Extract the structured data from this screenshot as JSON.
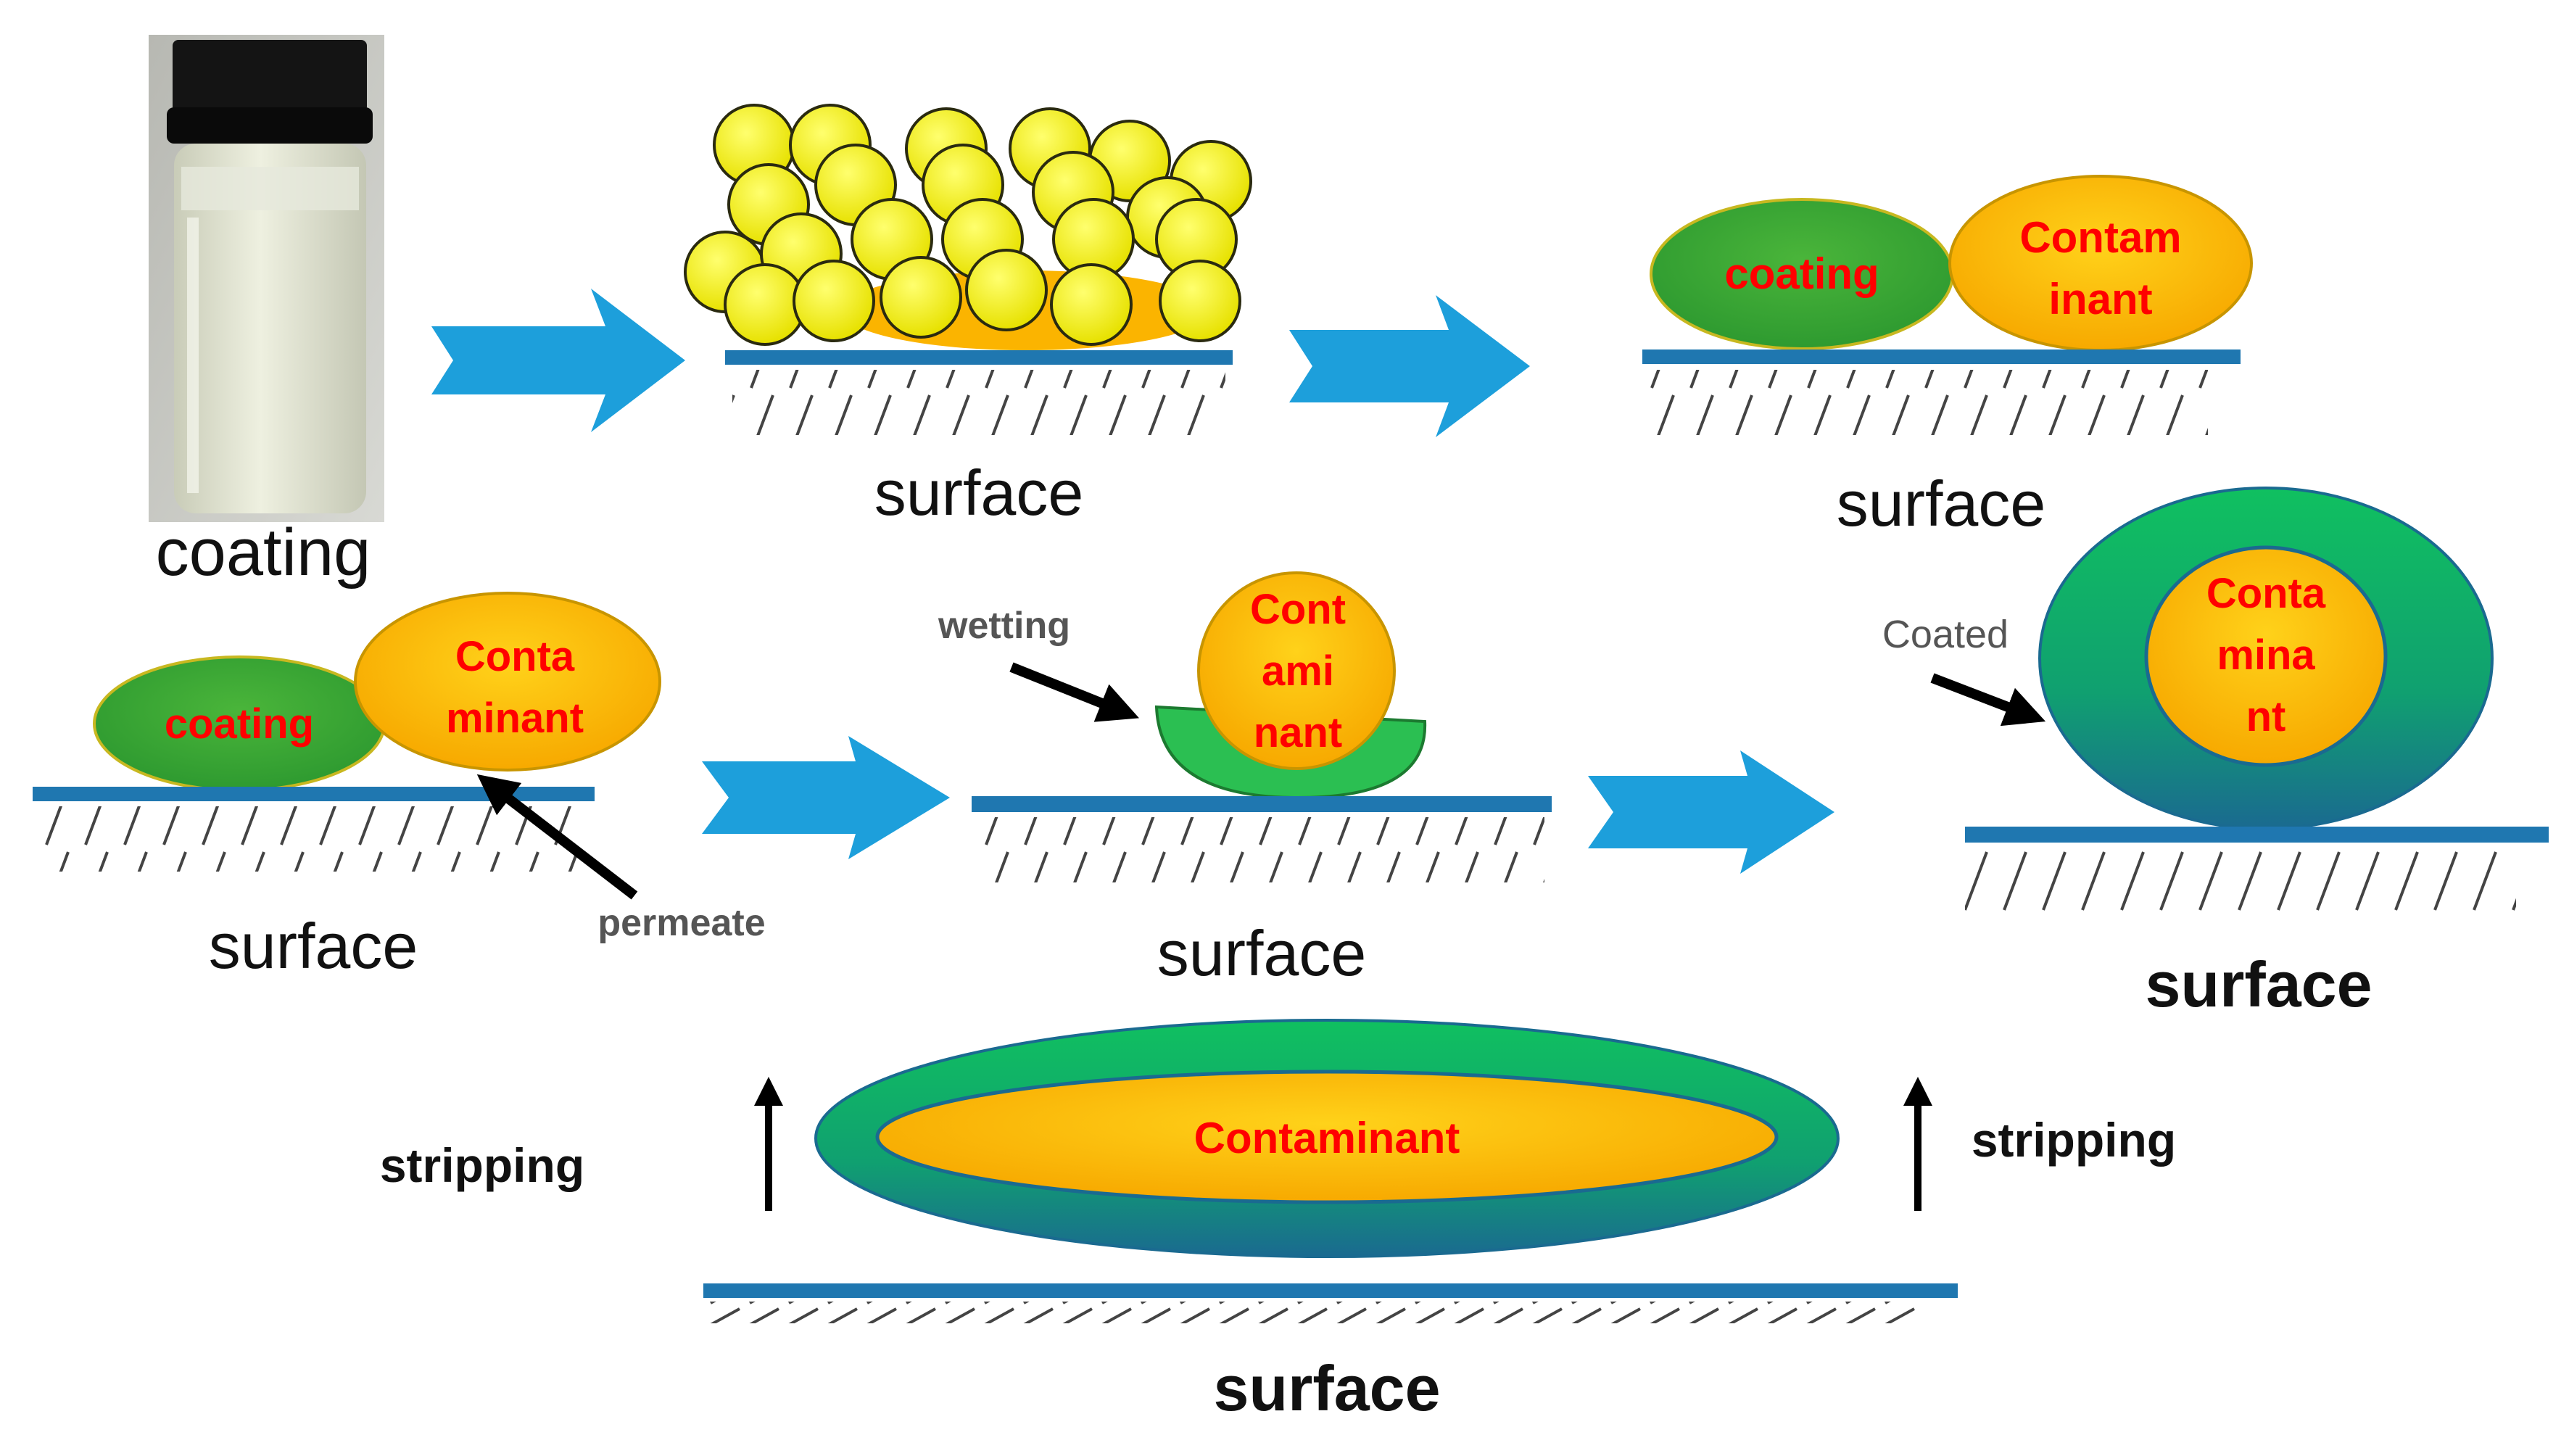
{
  "labels": {
    "coating_caption": "coating",
    "surface": "surface",
    "stage3_left": "coating",
    "stage3_right_line1": "Contam",
    "stage3_right_line2": "inant",
    "stage4_left": "coating",
    "stage4_right_line1": "Conta",
    "stage4_right_line2": "minant",
    "permeate": "permeate",
    "wetting": "wetting",
    "stage5_line1": "Cont",
    "stage5_line2": "ami",
    "stage5_line3": "nant",
    "coated": "Coated",
    "stage6_line1": "Conta",
    "stage6_line2": "mina",
    "stage6_line3": "nt",
    "final_contaminant": "Contaminant",
    "stripping": "stripping"
  },
  "colors": {
    "arrow_blue": "#1d9fdb",
    "surface_line": "#1f77b0",
    "particle_yellow": "#f1ee00",
    "contaminant_orange": "#fbb400",
    "coating_green": "#3aa535",
    "shell_green": "#10c060",
    "shell_teal": "#1a7a88",
    "label_red": "#ff0000"
  }
}
